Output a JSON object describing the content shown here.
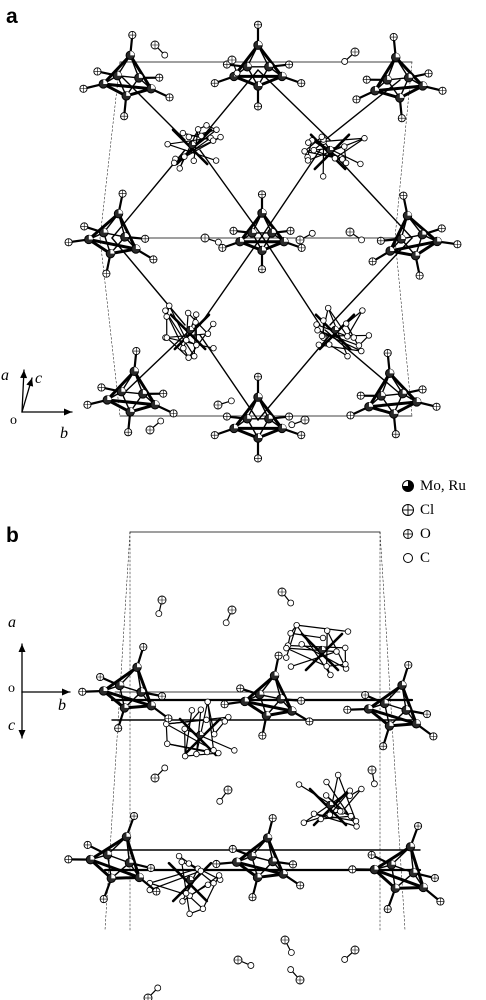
{
  "panels": [
    {
      "id": "a",
      "letter": "a",
      "axes": {
        "up_left": "a",
        "up_right": "c",
        "right": "b",
        "origin": "o"
      }
    },
    {
      "id": "b",
      "letter": "b",
      "axes": {
        "up": "a",
        "down": "c",
        "right": "b",
        "origin": "o"
      }
    }
  ],
  "legend": [
    {
      "symbol": "half-filled-circle",
      "label": "Mo, Ru"
    },
    {
      "symbol": "crossed-circle",
      "label": "Cl"
    },
    {
      "symbol": "crossed-circle-small",
      "label": "O"
    },
    {
      "symbol": "open-circle",
      "label": "C"
    }
  ],
  "colors": {
    "ink": "#000000",
    "background": "#ffffff",
    "metal_fill": "#2a2a2a"
  }
}
